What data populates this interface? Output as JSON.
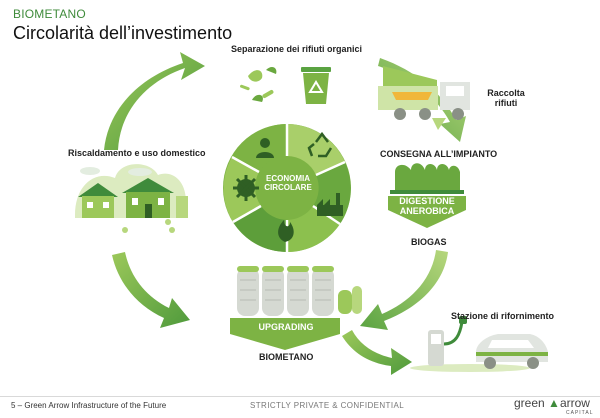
{
  "header": {
    "kicker": "BIOMETANO",
    "title": "Circolarità dell’investimento"
  },
  "labels": {
    "separazione": "Separazione dei rifiuti organici",
    "raccolta_line1": "Raccolta",
    "raccolta_line2": "rifiuti",
    "riscaldamento": "Riscaldamento e uso domestico",
    "consegna": "CONSEGNA ALL’IMPIANTO",
    "digestione_line1": "DIGESTIONE",
    "digestione_line2": "ANEROBICA",
    "biogas": "BIOGAS",
    "upgrading": "UPGRADING",
    "biometano": "BIOMETANO",
    "stazione": "Stazione di rifornimento"
  },
  "center": {
    "line1": "ECONOMIA",
    "line2": "CIRCOLARE"
  },
  "footer": {
    "left": "5 – Green Arrow Infrastructure of the Future",
    "middle": "STRICTLY PRIVATE & CONFIDENTIAL",
    "brand_part1": "green",
    "brand_part2": "arrow",
    "brand_sub": "CAPITAL"
  },
  "colors": {
    "green_dark": "#3f8b3b",
    "green_mid": "#7db344",
    "green_light": "#b7d77d",
    "green_pale": "#dcebc0",
    "grey": "#bfc4bd"
  }
}
